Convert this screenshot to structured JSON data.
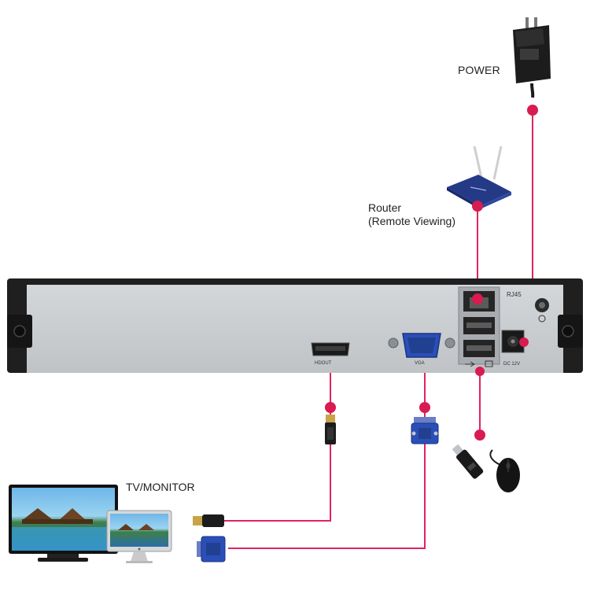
{
  "labels": {
    "power": "POWER",
    "router_line1": "Router",
    "router_line2": "(Remote Viewing)",
    "tv_monitor": "TV/MONITOR",
    "rj45": "RJ45",
    "hdmi_out": "HDOUT",
    "vga": "VGA",
    "dc": "DC 12V"
  },
  "icons": [
    "power-adapter-icon",
    "router-icon",
    "hdmi-plug-icon",
    "vga-plug-icon",
    "usb-stick-icon",
    "mouse-icon",
    "tv-icon",
    "monitor-icon"
  ],
  "colors": {
    "connector_line": "#e0245e",
    "connector_dot": "#d81b50",
    "panel": "#c9cdd0",
    "frame": "#1f1f1f",
    "vga_blue": "#2b4fb8",
    "router_blue": "#243a86"
  }
}
